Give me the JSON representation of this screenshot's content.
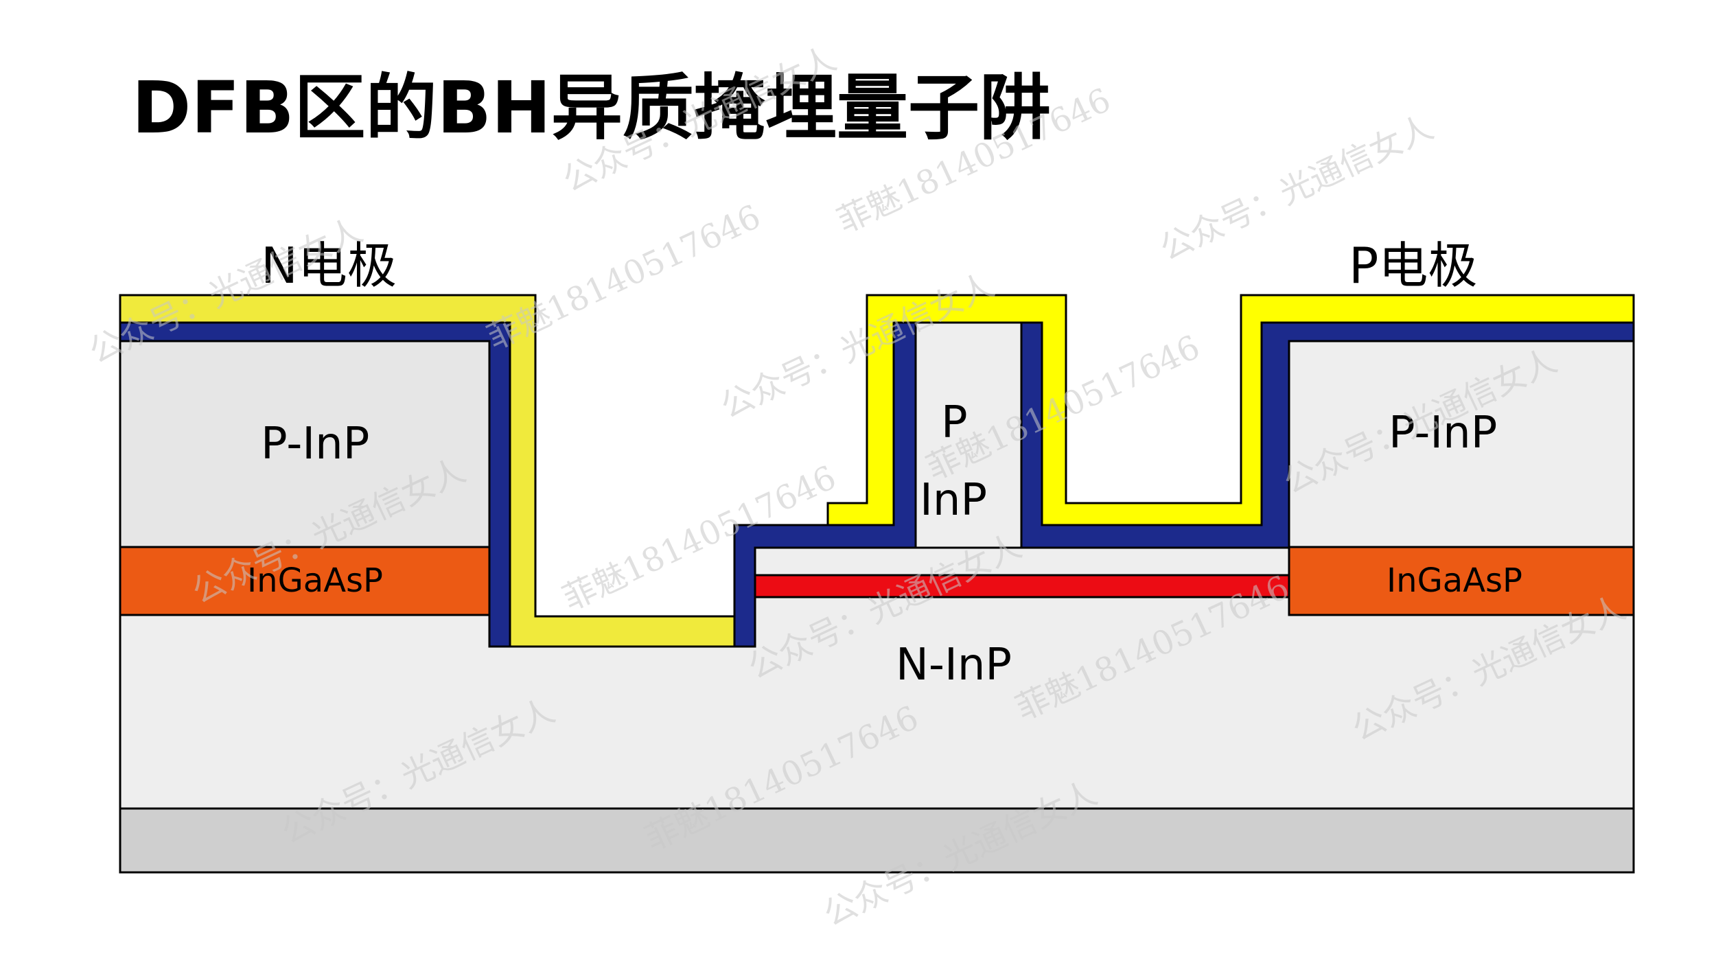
{
  "title": "DFB区的BH异质掩埋量子阱",
  "labels": {
    "n_electrode": "N电极",
    "p_electrode": "P电极",
    "p_inp_left": "P-InP",
    "p_inp_right": "P-InP",
    "ingaasp_left": "InGaAsP",
    "ingaasp_right": "InGaAsP",
    "p_ridge_line1": "P",
    "p_ridge_line2": "InP",
    "n_inp": "N-InP"
  },
  "watermarks": {
    "wechat": "公众号：光通信女人",
    "phone": "菲魅18140517646"
  },
  "colors": {
    "metal_yellow": "#ffff00",
    "metal_pale_yellow": "#f0ea3c",
    "dielectric_blue": "#1c2a8c",
    "p_inp": "#e6e6e6",
    "ingaasp": "#ec5a14",
    "quantum_well": "#ec0c14",
    "n_inp": "#eeeeee",
    "substrate": "#cfcfcf",
    "outline": "#000000"
  }
}
